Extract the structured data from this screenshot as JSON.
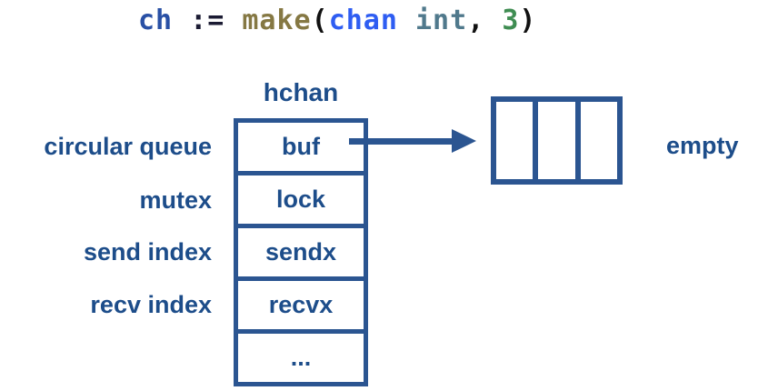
{
  "code": {
    "tokens": [
      {
        "text": "ch ",
        "color": "#2950a5"
      },
      {
        "text": ":= ",
        "color": "#1b1b33"
      },
      {
        "text": "make",
        "color": "#857843"
      },
      {
        "text": "(",
        "color": "#111111"
      },
      {
        "text": "chan ",
        "color": "#2e5df2"
      },
      {
        "text": "int",
        "color": "#50798c"
      },
      {
        "text": ", ",
        "color": "#111111"
      },
      {
        "text": "3",
        "color": "#3f8d52"
      },
      {
        "text": ")",
        "color": "#111111"
      }
    ]
  },
  "diagram": {
    "struct_title": "hchan",
    "fields": [
      {
        "name": "buf",
        "annotation": "circular queue"
      },
      {
        "name": "lock",
        "annotation": "mutex"
      },
      {
        "name": "sendx",
        "annotation": "send index"
      },
      {
        "name": "recvx",
        "annotation": "recv index"
      },
      {
        "name": "...",
        "annotation": ""
      }
    ],
    "buffer": {
      "cells": 3,
      "state_label": "empty"
    },
    "colors": {
      "stroke": "#2b5591",
      "text": "#1d4d8a"
    }
  }
}
